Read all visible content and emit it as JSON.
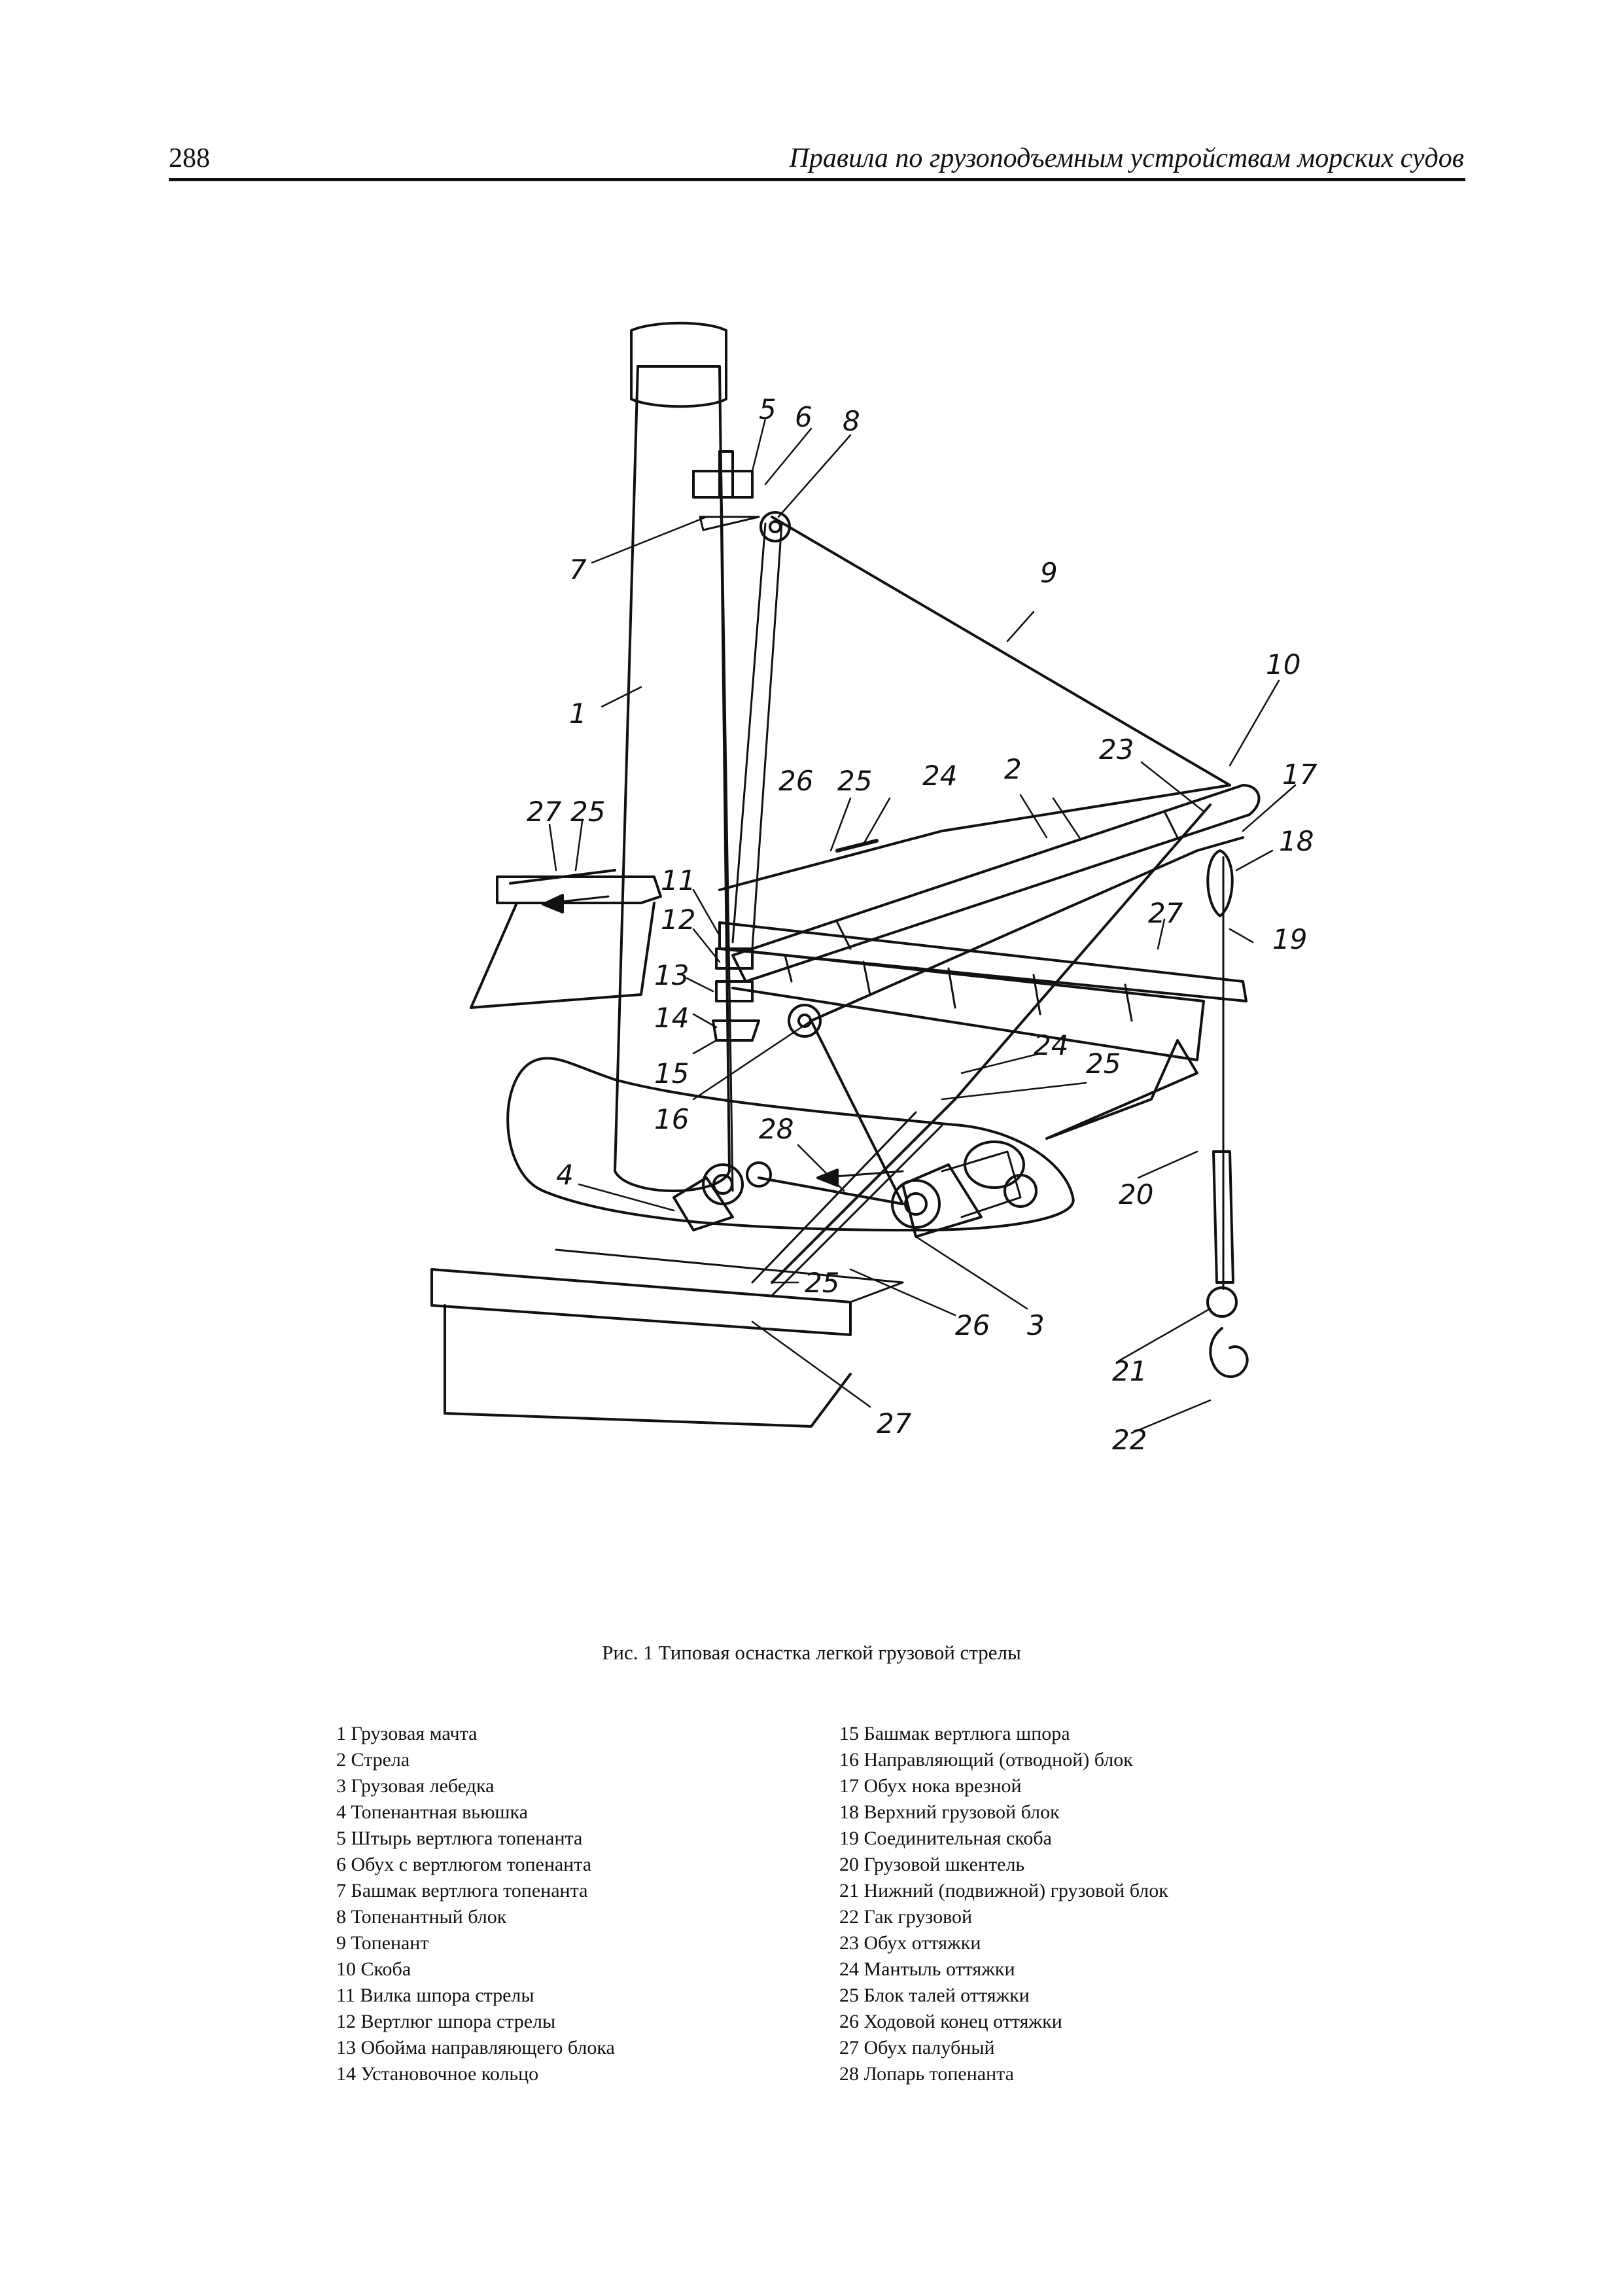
{
  "header": {
    "page_number": "288",
    "running_title": "Правила по грузоподъемным устройствам морских судов"
  },
  "figure": {
    "caption": "Рис. 1 Типовая оснастка легкой грузовой стрелы",
    "callouts": [
      "1",
      "2",
      "3",
      "4",
      "5",
      "6",
      "7",
      "8",
      "9",
      "10",
      "11",
      "12",
      "13",
      "14",
      "15",
      "16",
      "17",
      "18",
      "19",
      "20",
      "21",
      "22",
      "23",
      "24",
      "24",
      "25",
      "25",
      "25",
      "25",
      "26",
      "26",
      "27",
      "27",
      "27",
      "28"
    ]
  },
  "legend": {
    "left": [
      "1 Грузовая мачта",
      "2 Стрела",
      "3 Грузовая лебедка",
      "4 Топенантная вьюшка",
      "5 Штырь вертлюга топенанта",
      "6 Обух с вертлюгом топенанта",
      "7 Башмак вертлюга топенанта",
      "8 Топенантный блок",
      "9 Топенант",
      "10 Скоба",
      "11 Вилка шпора стрелы",
      "12 Вертлюг шпора стрелы",
      "13 Обойма направляющего блока",
      "14 Установочное кольцо"
    ],
    "right": [
      "15 Башмак вертлюга шпора",
      "16 Направляющий (отводной) блок",
      "17 Обух нока врезной",
      "18 Верхний грузовой блок",
      "19 Соединительная скоба",
      "20 Грузовой шкентель",
      "21 Нижний (подвижной) грузовой блок",
      "22 Гак грузовой",
      "23 Обух оттяжки",
      "24 Мантыль оттяжки",
      "25 Блок талей оттяжки",
      "26 Ходовой конец оттяжки",
      "27 Обух палубный",
      "28 Лопарь топенанта"
    ]
  }
}
